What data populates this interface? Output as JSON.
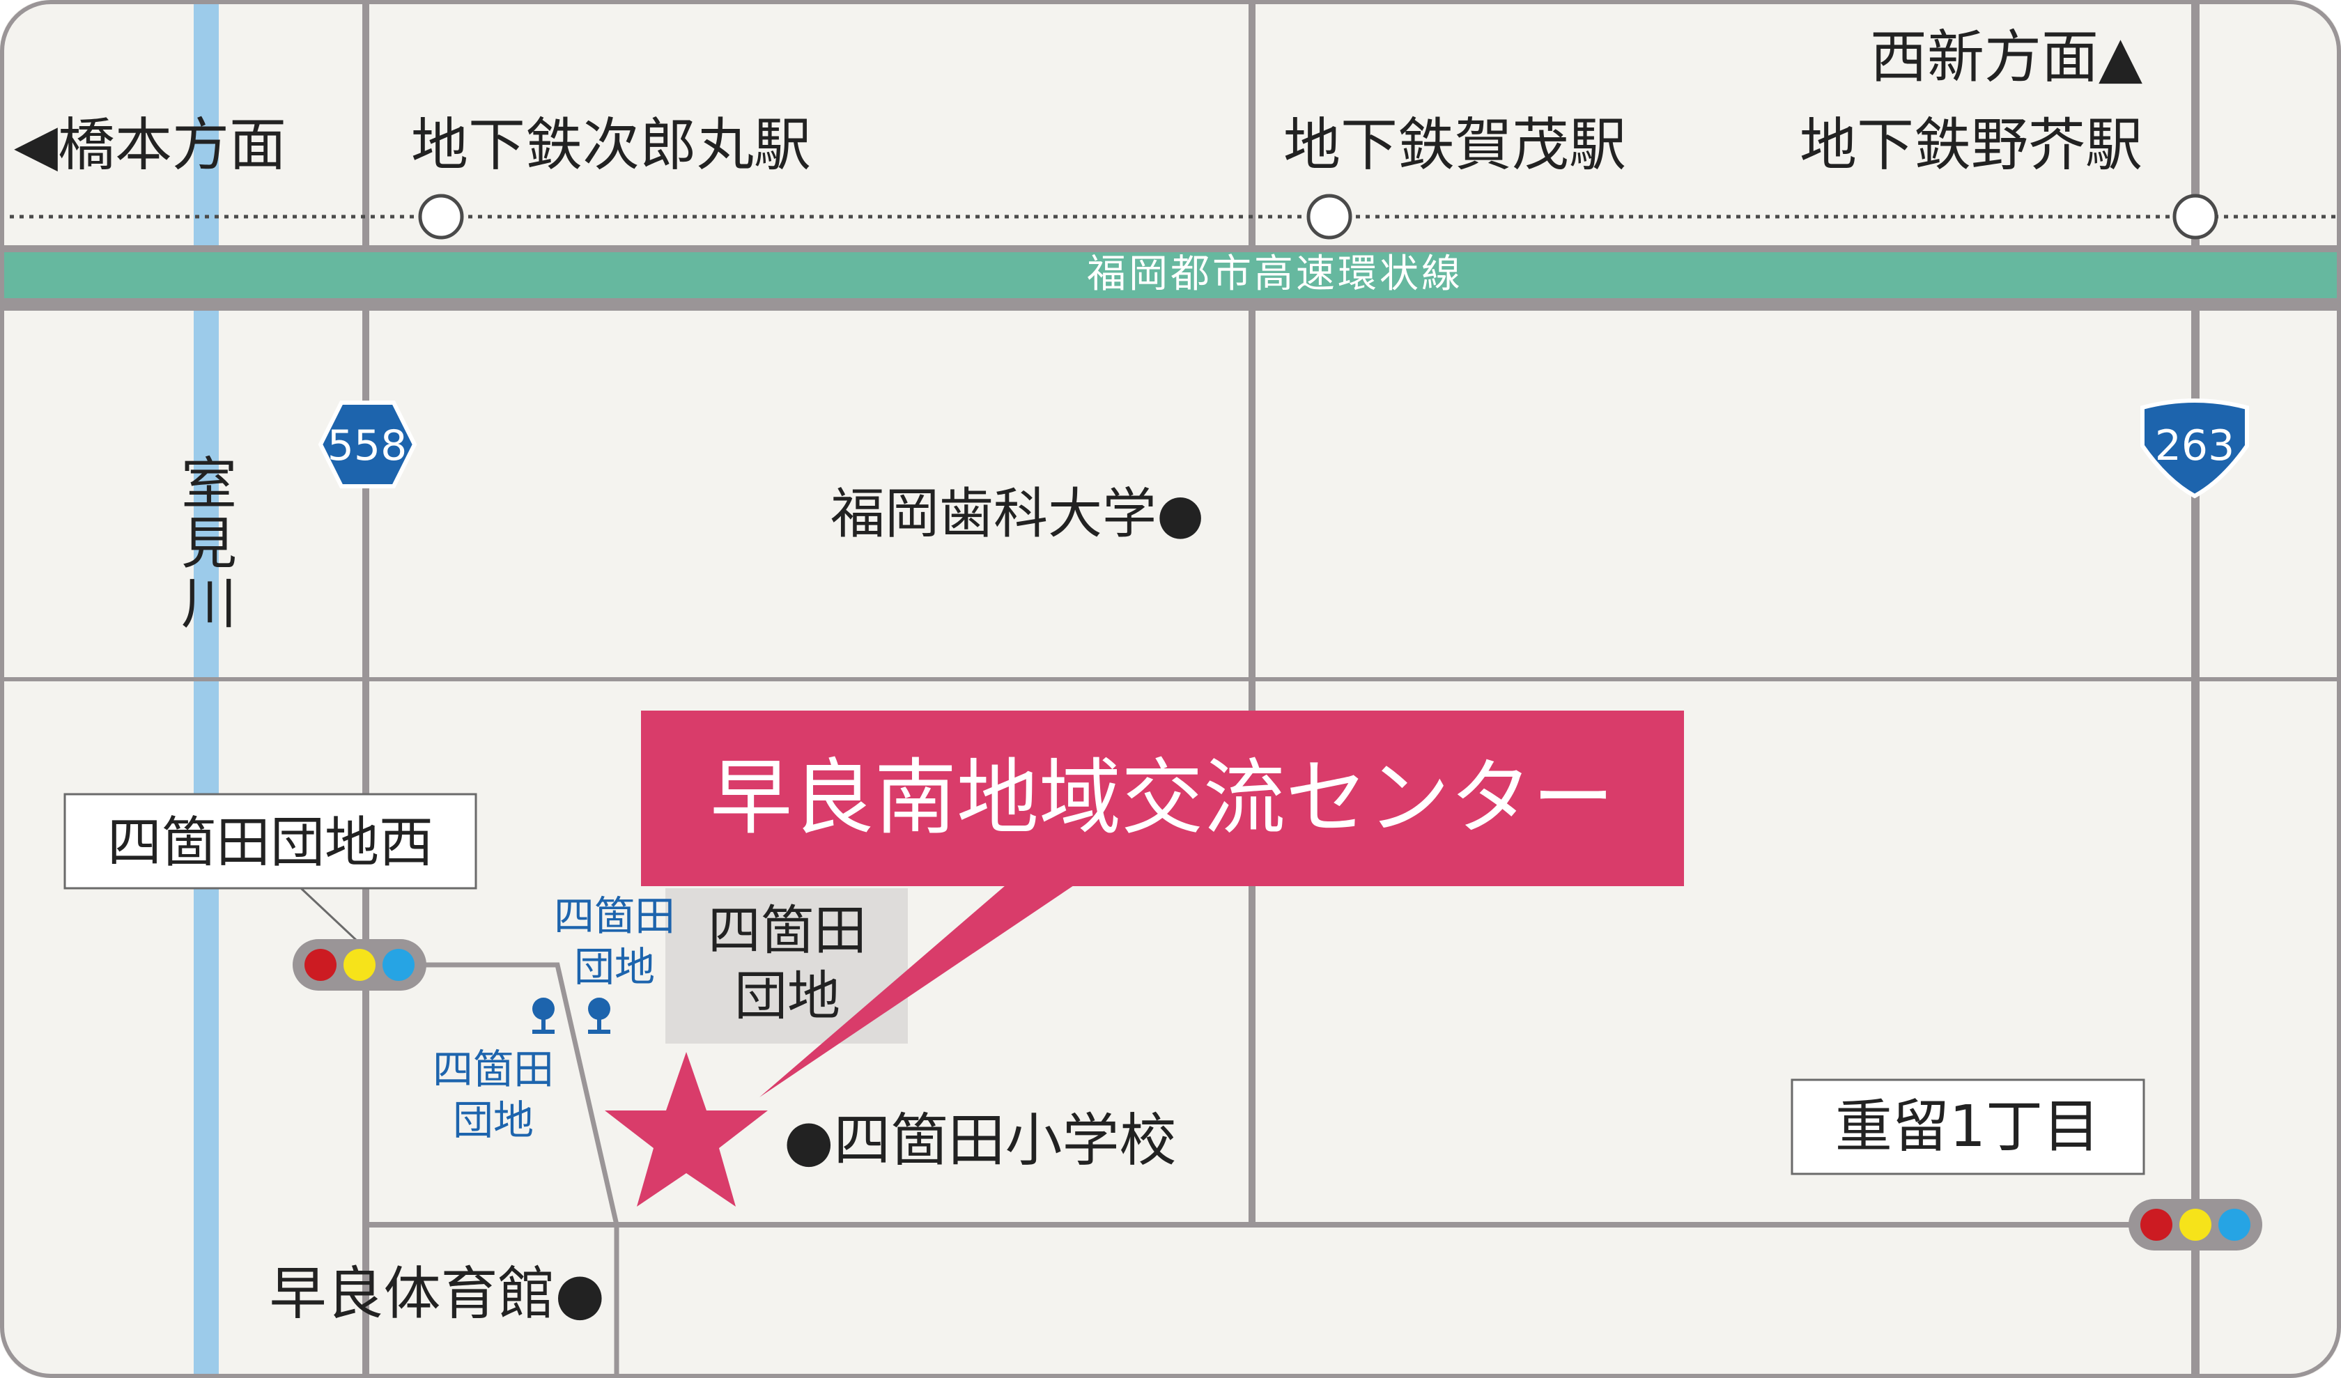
{
  "directions": {
    "hashimoto": "◀橋本方面",
    "nishijin": "西新方面▲"
  },
  "stations": {
    "jirokamaru": "地下鉄次郎丸駅",
    "kamo": "地下鉄賀茂駅",
    "noke": "地下鉄野芥駅"
  },
  "expressway": "福岡都市高速環状線",
  "routes": {
    "r558": "558",
    "r263": "263"
  },
  "river": [
    "室",
    "見",
    "川"
  ],
  "landmarks": {
    "dental_univ": "福岡歯科大学●",
    "elementary": "●四箇田小学校",
    "gym": "早良体育館●"
  },
  "destination": "早良南地域交流センター",
  "danchi_block": [
    "四箇田",
    "団地"
  ],
  "bus_stops": {
    "upper": [
      "四箇田",
      "団地"
    ],
    "lower": [
      "四箇田",
      "団地"
    ]
  },
  "intersections": {
    "shikada_nishi": "四箇田団地西",
    "shigetome": "重留1丁目"
  },
  "colors": {
    "background": "#f4f3ef",
    "road": "#9a9597",
    "river": "#9ccbea",
    "expressway": "#66b89f",
    "callout": "#d93c6a",
    "bus_stop": "#1d64ad",
    "danchi": "#dedcda",
    "signal_red": "#cc1b22",
    "signal_yellow": "#f6e31a",
    "signal_blue": "#26a4e4"
  }
}
